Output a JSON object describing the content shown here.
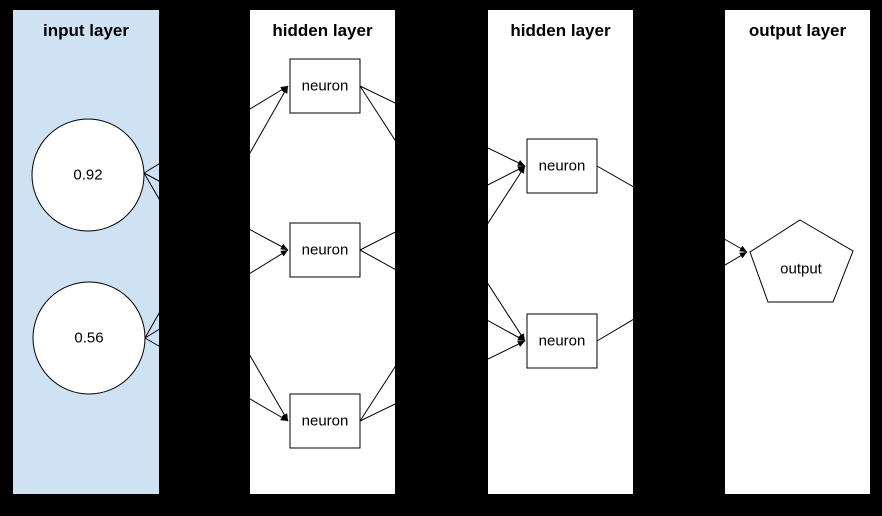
{
  "colors": {
    "background": "#000000",
    "input_panel_bg": "#cfe2f3",
    "panel_bg": "#ffffff",
    "node_fill": "#ffffff",
    "stroke": "#000000",
    "text": "#000000"
  },
  "panels": [
    {
      "id": "input-layer",
      "title": "input layer"
    },
    {
      "id": "hidden-layer-1",
      "title": "hidden layer"
    },
    {
      "id": "hidden-layer-2",
      "title": "hidden layer"
    },
    {
      "id": "output-layer",
      "title": "output layer"
    }
  ],
  "nodes": {
    "inputs": [
      {
        "id": "input-1",
        "shape": "circle",
        "label": "0.92"
      },
      {
        "id": "input-2",
        "shape": "circle",
        "label": "0.56"
      }
    ],
    "hidden1": [
      {
        "id": "h1-1",
        "shape": "rect",
        "label": "neuron"
      },
      {
        "id": "h1-2",
        "shape": "rect",
        "label": "neuron"
      },
      {
        "id": "h1-3",
        "shape": "rect",
        "label": "neuron"
      }
    ],
    "hidden2": [
      {
        "id": "h2-1",
        "shape": "rect",
        "label": "neuron"
      },
      {
        "id": "h2-2",
        "shape": "rect",
        "label": "neuron"
      }
    ],
    "output": {
      "id": "out-1",
      "shape": "pentagon",
      "label": "output"
    }
  },
  "edges": [
    {
      "from": "input-1",
      "to": "h1-1"
    },
    {
      "from": "input-1",
      "to": "h1-2"
    },
    {
      "from": "input-1",
      "to": "h1-3"
    },
    {
      "from": "input-2",
      "to": "h1-1"
    },
    {
      "from": "input-2",
      "to": "h1-2"
    },
    {
      "from": "input-2",
      "to": "h1-3"
    },
    {
      "from": "h1-1",
      "to": "h2-1"
    },
    {
      "from": "h1-1",
      "to": "h2-2"
    },
    {
      "from": "h1-2",
      "to": "h2-1"
    },
    {
      "from": "h1-2",
      "to": "h2-2"
    },
    {
      "from": "h1-3",
      "to": "h2-1"
    },
    {
      "from": "h1-3",
      "to": "h2-2"
    },
    {
      "from": "h2-1",
      "to": "out-1"
    },
    {
      "from": "h2-2",
      "to": "out-1"
    }
  ]
}
